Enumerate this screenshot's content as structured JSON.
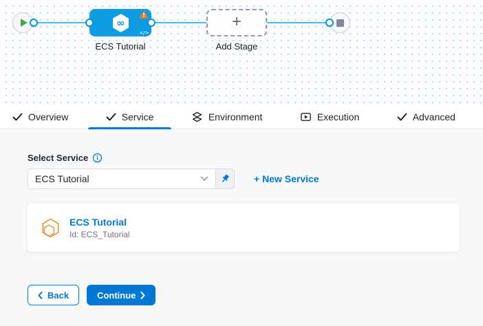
{
  "pipeline": {
    "stage": {
      "label": "ECS Tutorial"
    },
    "add_stage_label": "Add Stage",
    "code_glyph": "</>",
    "plus_glyph": "+",
    "icons": {
      "start": "play-icon",
      "end": "stop-icon",
      "stage": "hexagon-infinity-icon",
      "warning": "warning-triangle-icon",
      "code": "code-icon"
    }
  },
  "tabs": [
    {
      "label": "Overview",
      "icon": "check-icon",
      "active": false
    },
    {
      "label": "Service",
      "icon": "check-icon",
      "active": true
    },
    {
      "label": "Environment",
      "icon": "layers-icon",
      "active": false
    },
    {
      "label": "Execution",
      "icon": "execution-icon",
      "active": false
    },
    {
      "label": "Advanced",
      "icon": "check-icon",
      "active": false
    }
  ],
  "service_panel": {
    "select_label": "Select Service",
    "info_icon": "info-icon",
    "dropdown_value": "ECS Tutorial",
    "dropdown_chevron_icon": "chevron-down-icon",
    "pin_icon": "pin-icon",
    "new_service_label": "+ New Service",
    "card": {
      "icon": "service-hexagon-icon",
      "title": "ECS Tutorial",
      "id": "Id: ECS_Tutorial"
    }
  },
  "footer": {
    "back_label": "Back",
    "continue_label": "Continue"
  },
  "colors": {
    "primary_blue": "#0278d5",
    "node_blue": "#0d9ce2",
    "edge_blue": "#3fbef1",
    "warning_orange": "#ee7d1e",
    "success_green": "#42ab45",
    "service_icon_orange": "#ee8625",
    "panel_bg": "#f6f8fa"
  }
}
